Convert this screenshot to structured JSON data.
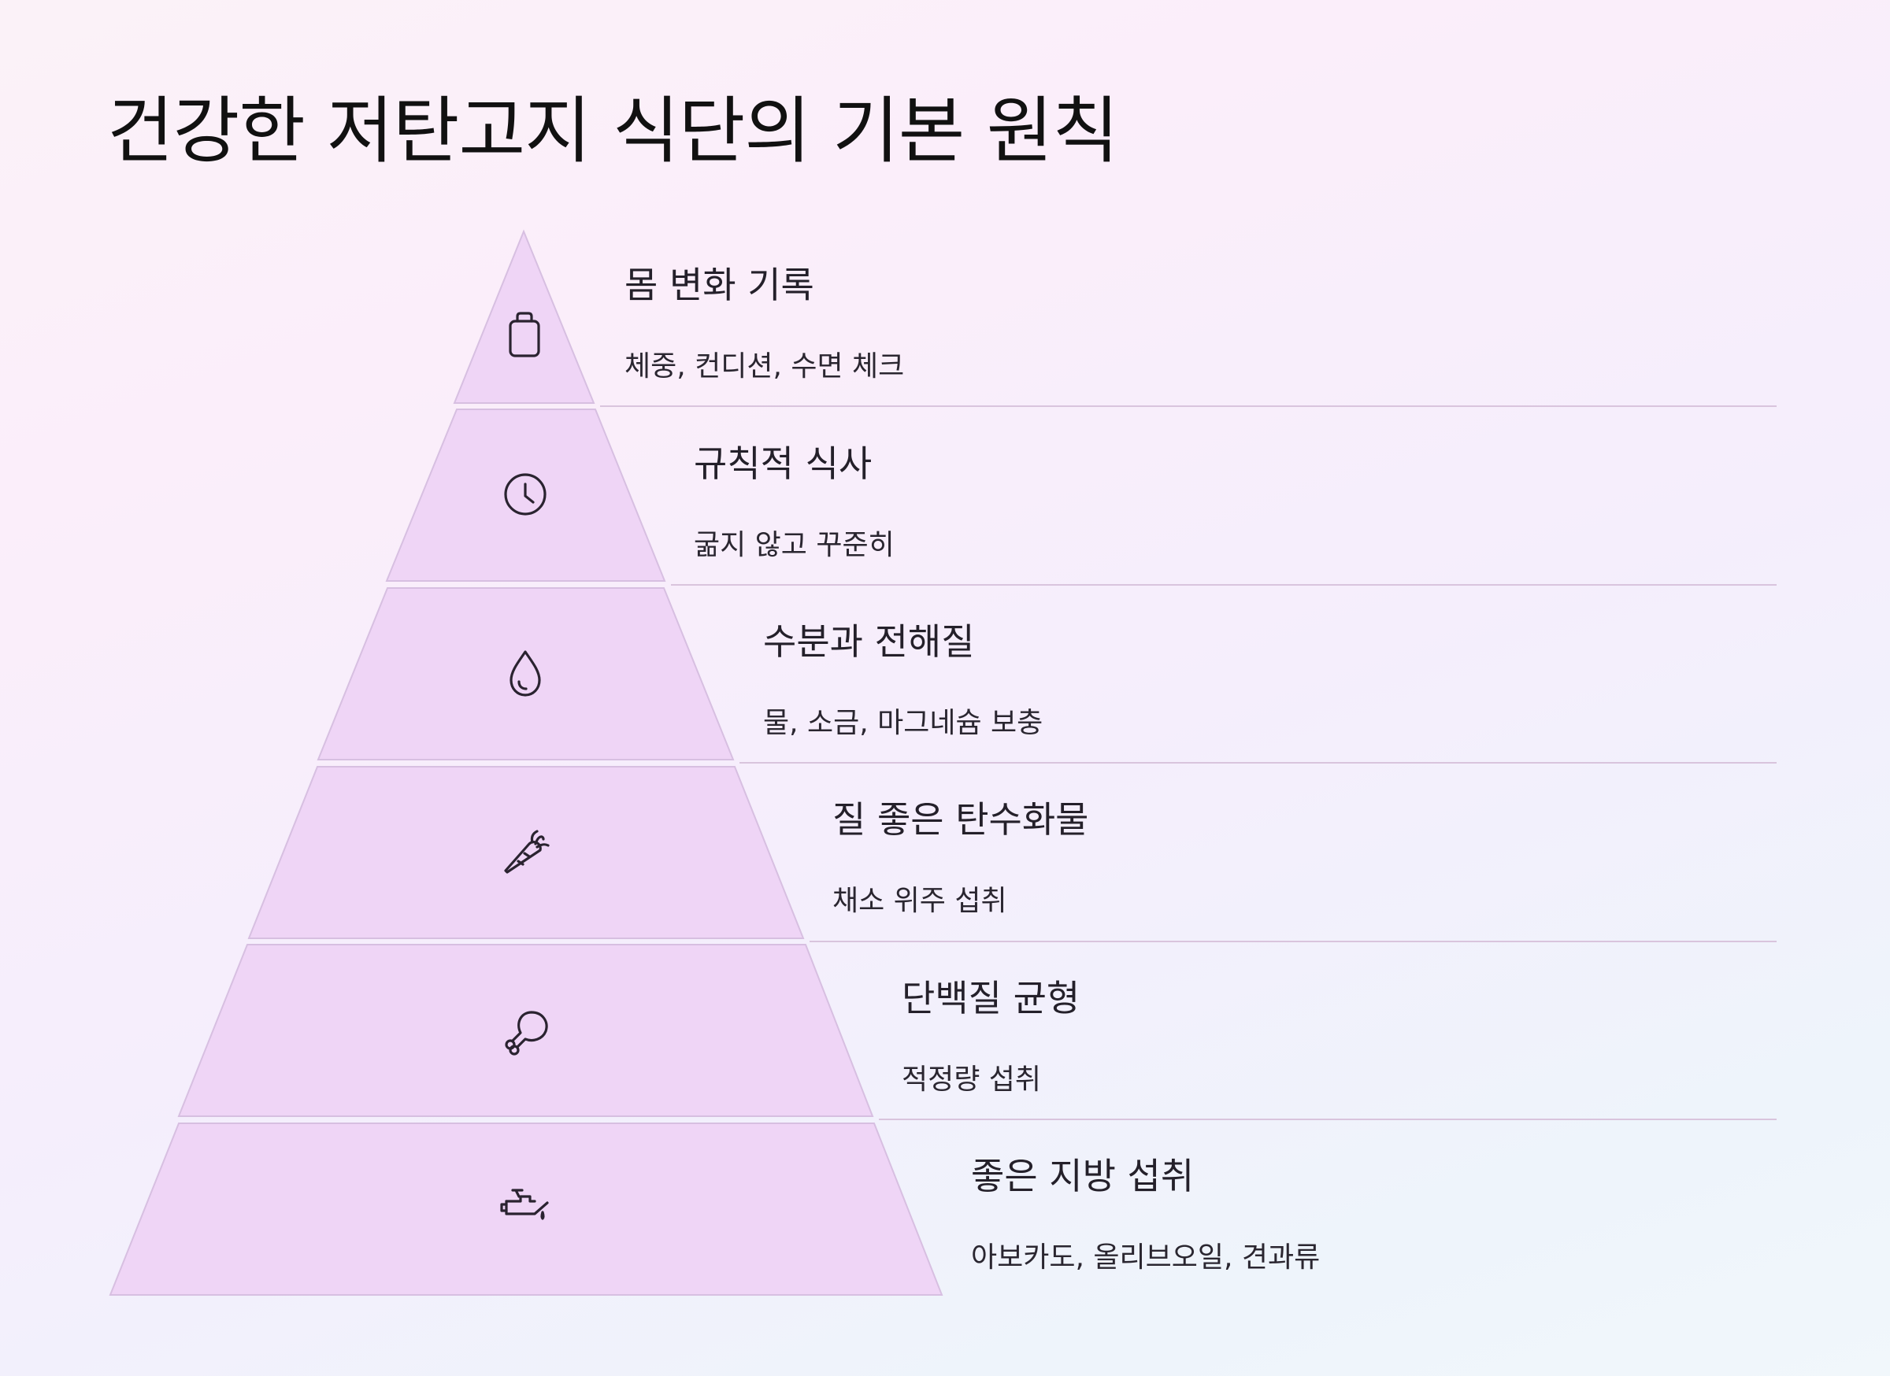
{
  "title": "건강한 저탄고지 식단의 기본 원칙",
  "pyramid": {
    "fill_color": "#efd5f6",
    "stroke_color": "#d7bfe1",
    "tiers": [
      {
        "title": "몸 변화 기록",
        "description": "체중, 컨디션, 수면 체크",
        "icon": "clipboard-icon"
      },
      {
        "title": "규칙적 식사",
        "description": "굶지 않고 꾸준히",
        "icon": "clock-icon"
      },
      {
        "title": "수분과 전해질",
        "description": "물, 소금, 마그네슘 보충",
        "icon": "water-drop-icon"
      },
      {
        "title": "질 좋은 탄수화물",
        "description": "채소 위주 섭취",
        "icon": "carrot-icon"
      },
      {
        "title": "단백질 균형",
        "description": "적정량 섭취",
        "icon": "drumstick-icon"
      },
      {
        "title": "좋은 지방 섭취",
        "description": "아보카도, 올리브오일, 견과류",
        "icon": "oil-can-icon"
      }
    ]
  }
}
